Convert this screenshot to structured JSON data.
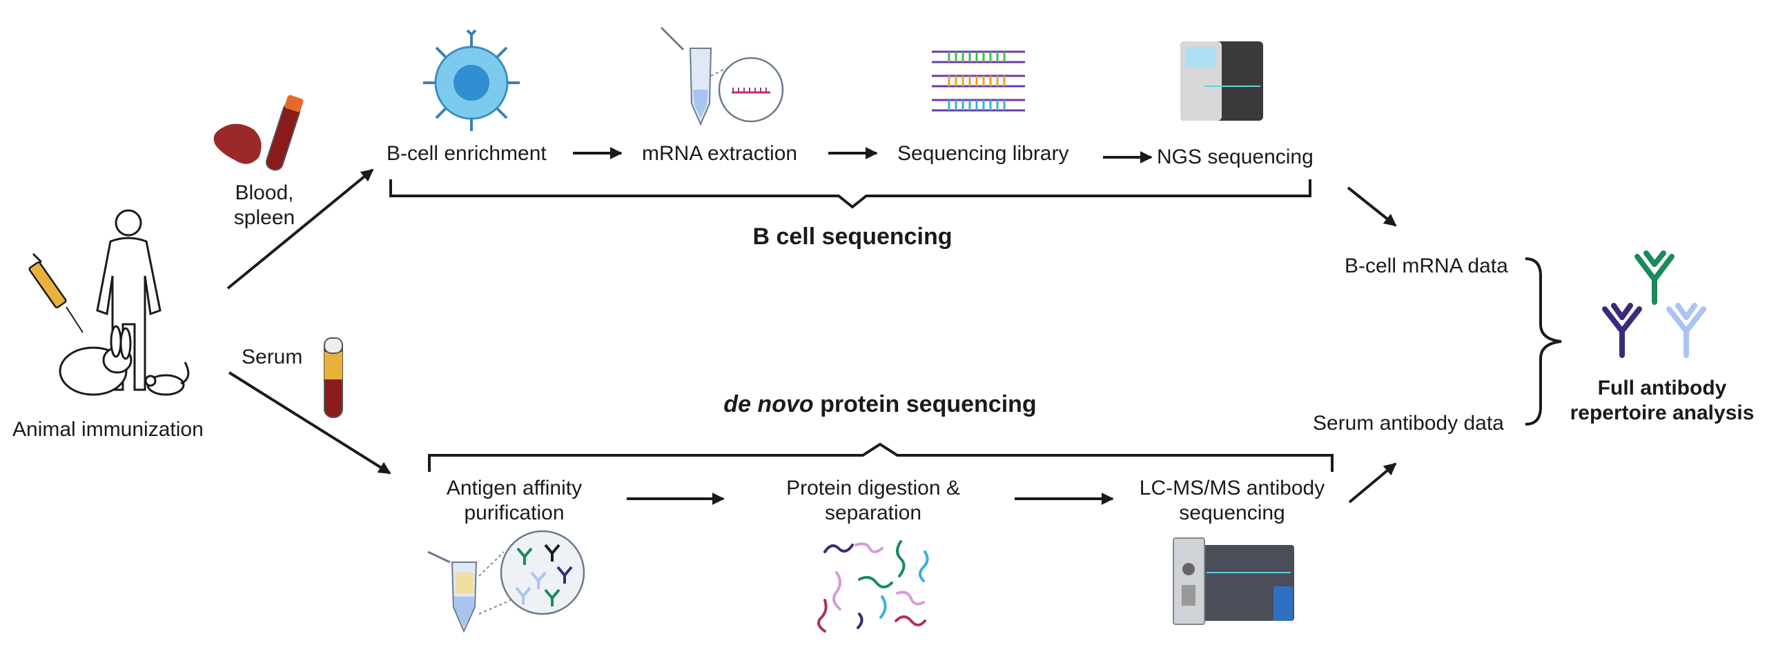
{
  "start": {
    "label": "Animal immunization",
    "blood_spleen": [
      "Blood,",
      "spleen"
    ],
    "serum": "Serum"
  },
  "bcell": {
    "title": "B cell sequencing",
    "steps": [
      "B-cell enrichment",
      "mRNA extraction",
      "Sequencing library",
      "NGS sequencing"
    ],
    "output": "B-cell mRNA data"
  },
  "protein": {
    "title_italic": "de novo",
    "title_rest": " protein sequencing",
    "steps": [
      [
        "Antigen affinity",
        "purification"
      ],
      [
        "Protein digestion &",
        "separation"
      ],
      [
        "LC-MS/MS antibody",
        "sequencing"
      ]
    ],
    "output": "Serum antibody data"
  },
  "result": [
    "Full antibody",
    "repertoire analysis"
  ],
  "colors": {
    "ink": "#1a1a1a",
    "bcell_blue": "#5fb7e3",
    "blood_red": "#8b1a1a",
    "serum_yellow": "#e8b23a",
    "antibody_green": "#1a8a5a",
    "antibody_purple": "#3b2a78",
    "antibody_light": "#a9c4f0"
  }
}
